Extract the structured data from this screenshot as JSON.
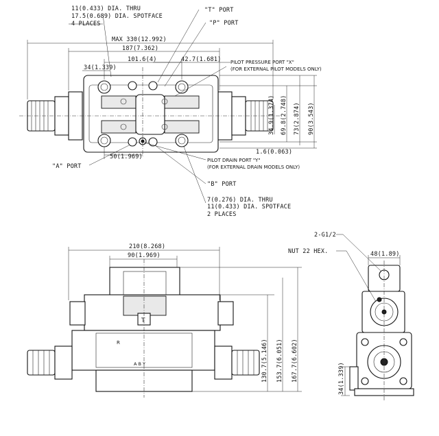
{
  "top_view": {
    "dim_max": "MAX 330(12.992)",
    "dim_187": "187(7.362)",
    "dim_101": "101.6(4)",
    "dim_42": "42.7(1.681)",
    "dim_34": "34(1.339)",
    "dim_50": "50(1.969)",
    "dim_349": "34.9(1.374)",
    "dim_698": "69.8(2.748)",
    "dim_73": "73(2.874)",
    "dim_90": "90(3.543)",
    "dim_16": "1.6(0.063)",
    "note_thru_1": "11(0.433) DIA. THRU",
    "note_thru_2": "17.5(0.689) DIA. SPOTFACE",
    "note_thru_3": "4 PLACES",
    "label_t_port": "\"T\" PORT",
    "label_p_port": "\"P\" PORT",
    "label_pilot_x_1": "PILOT PRESSURE PORT \"X\"",
    "label_pilot_x_2": "(FOR EXTERNAL PILOT MODELS ONLY)",
    "label_a_port": "\"A\" PORT",
    "label_pilot_y_1": "PILOT DRAIN PORT \"Y\"",
    "label_pilot_y_2": "(FOR EXTERNAL DRAIN MODELS ONLY)",
    "label_b_port": "\"B\" PORT",
    "note_small_1": "7(0.276) DIA. THRU",
    "note_small_2": "11(0.433) DIA. SPOTFACE",
    "note_small_3": "2 PLACES"
  },
  "front_view": {
    "dim_210": "210(8.268)",
    "dim_90": "90(1.969)",
    "dim_1307": "130.7(5.146)",
    "dim_1537": "153.7(6.051)",
    "dim_1677": "167.7(6.602)",
    "pilot_label": "T",
    "port_r": "R",
    "port_letters": "A  B  Y"
  },
  "side_view": {
    "label_g": "2-G1/2",
    "label_nut": "NUT 22 HEX.",
    "dim_48": "48(1.89)",
    "dim_34": "34(1.339)"
  }
}
